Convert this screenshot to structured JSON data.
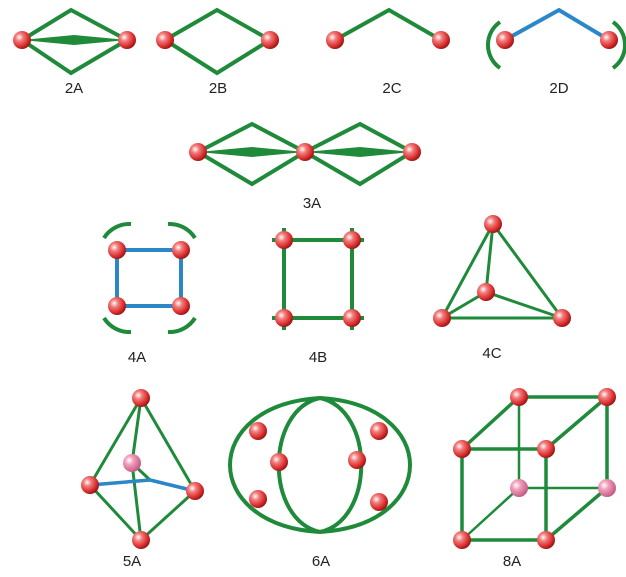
{
  "colors": {
    "bond_green": "#1f8a3a",
    "bond_blue": "#2b87c8",
    "atom_red": "#e23535",
    "atom_pink": "#e07a9a"
  },
  "labels": {
    "l2A": "2A",
    "l2B": "2B",
    "l2C": "2C",
    "l2D": "2D",
    "l3A": "3A",
    "l4A": "4A",
    "l4B": "4B",
    "l4C": "4C",
    "l5A": "5A",
    "l6A": "6A",
    "l8A": "8A"
  }
}
